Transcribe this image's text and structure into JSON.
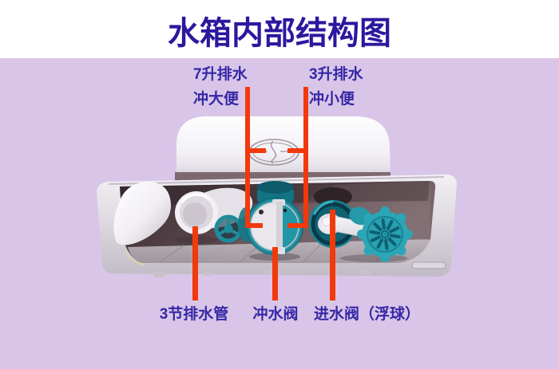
{
  "title": "水箱内部结构图",
  "annotations": {
    "top_left": {
      "line1": "7升排水",
      "line2": "冲大便"
    },
    "top_right": {
      "line1": "3升排水",
      "line2": "冲小便"
    },
    "bottom_left": "3节排水管",
    "bottom_center": "冲水阀",
    "bottom_right": "进水阀（浮球）"
  },
  "colors": {
    "background": "#d9c5e8",
    "header_background": "#ffffff",
    "title_text": "#2b189e",
    "label_text": "#3528a6",
    "annotation_line": "#f2390b",
    "component_teal": "#1f95a5",
    "tank_white": "#f2f0f4",
    "tank_interior": "#55434c"
  }
}
